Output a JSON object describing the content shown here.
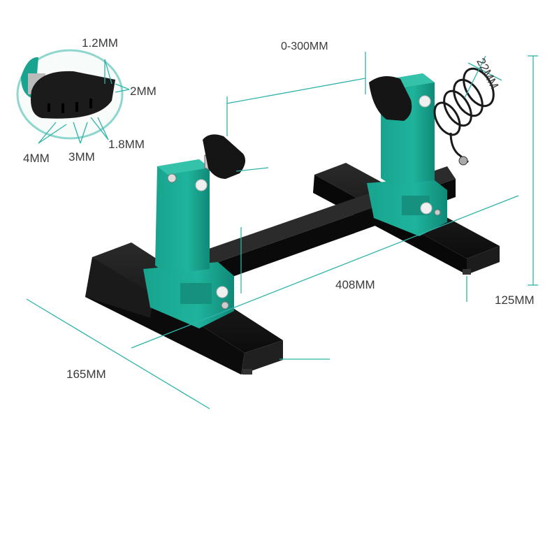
{
  "colors": {
    "dimension_line": "#2fb3a8",
    "plastic": "#1aa38f",
    "metal": "#111111",
    "label": "#3a3a3a"
  },
  "inset_labels": {
    "top": "1.2MM",
    "right": "2MM",
    "bottom_right": "1.8MM",
    "bottom_left": "4MM",
    "bottom_mid": "3MM"
  },
  "dimensions": {
    "clamp_range": "0-300MM",
    "spring": "22MM",
    "length": "408MM",
    "height": "125MM",
    "width": "165MM"
  }
}
